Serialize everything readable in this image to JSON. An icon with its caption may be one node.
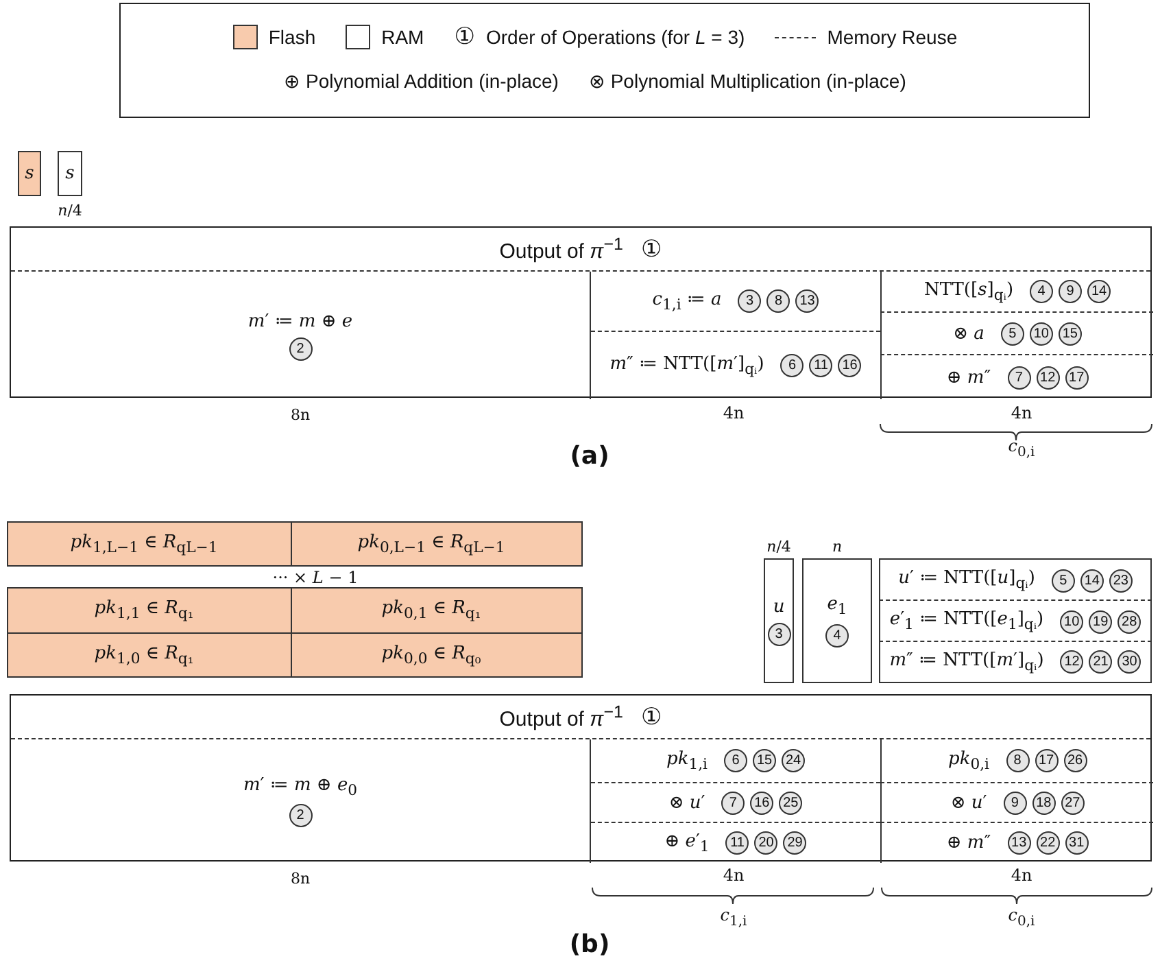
{
  "diagram": {
    "nodes": [
      {
        "text": [
          "*s*"
        ]
      },
      {
        "text": [
          "*s*"
        ],
        "beside": [
          "*n*/4"
        ]
      },
      {
        "text": [
          "Output of *π*$^{−1}$",
          "①"
        ]
      },
      {
        "text": [
          "*m*′ ≔ *m* ⊕ *e*",
          "2"
        ],
        "beside": [
          "8n"
        ],
        "in": 2
      },
      {
        "text": [
          "*c*$_{1,i}$ ≔ *a*",
          "3",
          "8",
          "13"
        ],
        "in": 2
      },
      {
        "text": [
          "*m*″ ≔ NTT([*m*′]$_{qᵢ}$)",
          "6",
          "11",
          "16"
        ],
        "in": 2
      },
      {
        "text": [
          "NTT([*s*]$_{qᵢ}$)",
          "4",
          "9",
          "14"
        ],
        "in": 2
      },
      {
        "text": [
          "⊗ *a*",
          "5",
          "10",
          "15"
        ],
        "in": 2
      },
      {
        "text": [
          "⊕ *m*″",
          "7",
          "12",
          "17"
        ],
        "in": 2
      },
      {
        "text": [
          "*pk*$_{1,L−1}$ ∈ *R*$_{qL−1}$"
        ]
      },
      {
        "text": [
          "*pk*$_{0,L−1}$ ∈ *R*$_{qL−1}$"
        ]
      },
      {
        "text": [
          "*pk*$_{1,1}$ ∈ *R*$_{q₁}$"
        ]
      },
      {
        "text": [
          "*pk*$_{0,1}$ ∈ *R*$_{q₁}$"
        ]
      },
      {
        "text": [
          "*pk*$_{1,0}$ ∈ *R*$_{q₁}$"
        ]
      },
      {
        "text": [
          "*pk*$_{0,0}$ ∈ *R*$_{q₀}$"
        ]
      },
      {
        "text": [
          "*u*",
          "3"
        ],
        "beside": [
          "*n*/4"
        ]
      },
      {
        "text": [
          "*e*$_{1}$",
          "4"
        ],
        "beside": [
          "*n*"
        ]
      },
      {
        "text": [
          "*u*′ ≔ NTT([*u*]$_{qᵢ}$)",
          "5",
          "14",
          "23"
        ]
      },
      {
        "text": [
          "*e*′$_{1}$ ≔ NTT([*e*$_{1}$]$_{qᵢ}$)",
          "10",
          "19",
          "28"
        ]
      },
      {
        "text": [
          "*m*″ ≔ NTT([*m*′]$_{qᵢ}$)",
          "12",
          "21",
          "30"
        ]
      },
      {
        "text": [
          "Output of *π*$^{−1}$",
          "①"
        ]
      },
      {
        "text": [
          "*m*′ ≔ *m* ⊕ *e*$_{0}$",
          "2"
        ],
        "beside": [
          "8n"
        ],
        "in": 20
      },
      {
        "text": [
          "*pk*$_{1,i}$",
          "6",
          "15",
          "24"
        ],
        "in": 20
      },
      {
        "text": [
          "⊗ *u*′",
          "7",
          "16",
          "25"
        ],
        "in": 20
      },
      {
        "text": [
          "⊕ *e*′$_{1}$",
          "11",
          "20",
          "29"
        ],
        "in": 20
      },
      {
        "text": [
          "*pk*$_{0,i}$",
          "8",
          "17",
          "26"
        ],
        "in": 20
      },
      {
        "text": [
          "⊗ *u*′",
          "9",
          "18",
          "27"
        ],
        "in": 20
      },
      {
        "text": [
          "⊕ *m*″",
          "13",
          "22",
          "31"
        ],
        "in": 20
      }
    ],
    "labels": [
      "①",
      "4n",
      "4n",
      "*c*$_{0,i}$",
      "(a)",
      "··· × *L* − 1",
      "4n",
      "4n",
      "*c*$_{1,i}$",
      "*c*$_{0,i}$",
      "(b)"
    ],
    "legend": [
      {
        "text": "Flash",
        "color": "#f8cbad"
      },
      {
        "text": "RAM",
        "color": "#ffffff"
      },
      {
        "text": "Order of Operations (for *L* = 3)"
      },
      {
        "text": "Memory Reuse"
      },
      {
        "text": "⊕ Polynomial Addition (in-place)"
      },
      {
        "text": "⊗ Polynomial Multiplication (in-place)"
      }
    ]
  }
}
